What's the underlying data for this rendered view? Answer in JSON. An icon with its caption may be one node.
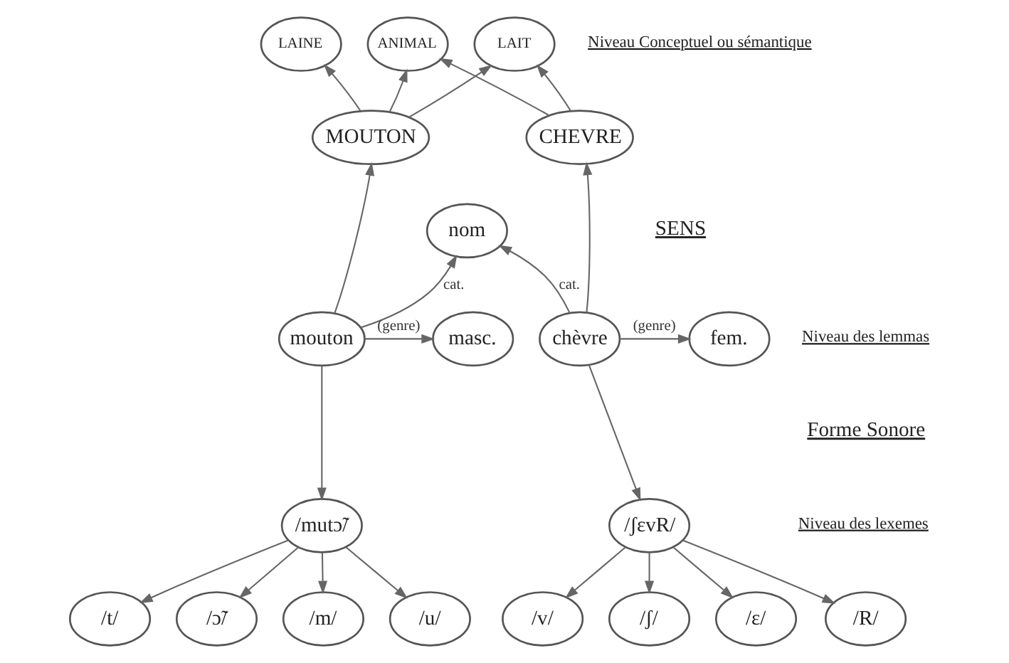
{
  "diagram": {
    "nodes": [
      {
        "text": [
          "LAINE"
        ]
      },
      {
        "text": [
          "LAIT"
        ]
      },
      {
        "text": [
          "ANIMAL"
        ]
      },
      {
        "text": [
          "MOUTON"
        ]
      },
      {
        "text": [
          "CHEVRE"
        ]
      },
      {
        "text": [
          "nom"
        ]
      },
      {
        "text": [
          "masc."
        ]
      },
      {
        "text": [
          "mouton"
        ]
      },
      {
        "text": [
          "chèvre"
        ]
      },
      {
        "text": [
          "fem."
        ]
      },
      {
        "text": [
          "/mutɔ̃/"
        ]
      },
      {
        "text": [
          "/ʃɛvR/"
        ]
      },
      {
        "text": [
          "/m/"
        ]
      },
      {
        "text": [
          "/u/"
        ]
      },
      {
        "text": [
          "/t/"
        ]
      },
      {
        "text": [
          "/ɔ̃/"
        ]
      },
      {
        "text": [
          "/ʃ/"
        ]
      },
      {
        "text": [
          "/ɛ/"
        ]
      },
      {
        "text": [
          "/v/"
        ]
      },
      {
        "text": [
          "/R/"
        ]
      }
    ],
    "edges": [
      {
        "from": 3,
        "to": 0,
        "arrow": "to"
      },
      {
        "from": 3,
        "to": 1,
        "arrow": "to"
      },
      {
        "from": 3,
        "to": 2,
        "arrow": "to"
      },
      {
        "from": 4,
        "to": 1,
        "arrow": "to"
      },
      {
        "from": 4,
        "to": 2,
        "arrow": "to"
      },
      {
        "from": 7,
        "to": 3,
        "arrow": "to"
      },
      {
        "from": 8,
        "to": 4,
        "arrow": "to"
      },
      {
        "from": 7,
        "to": 5,
        "arrow": "to",
        "label": "cat."
      },
      {
        "from": 8,
        "to": 5,
        "arrow": "to",
        "label": "cat."
      },
      {
        "from": 7,
        "to": 6,
        "arrow": "to",
        "label": "(genre)"
      },
      {
        "from": 8,
        "to": 9,
        "arrow": "to",
        "label": "(genre)"
      },
      {
        "from": 7,
        "to": 10,
        "arrow": "to"
      },
      {
        "from": 8,
        "to": 11,
        "arrow": "to"
      },
      {
        "from": 10,
        "to": 12,
        "arrow": "to"
      },
      {
        "from": 10,
        "to": 13,
        "arrow": "to"
      },
      {
        "from": 10,
        "to": 14,
        "arrow": "to"
      },
      {
        "from": 10,
        "to": 15,
        "arrow": "to"
      },
      {
        "from": 11,
        "to": 16,
        "arrow": "to"
      },
      {
        "from": 11,
        "to": 17,
        "arrow": "to"
      },
      {
        "from": 11,
        "to": 18,
        "arrow": "to"
      },
      {
        "from": 11,
        "to": 19,
        "arrow": "to"
      }
    ],
    "labels": [
      "Niveau Conceptuel ou sémantique",
      "SENS",
      "Niveau des lemmas",
      "Forme Sonore",
      "Niveau des lexemes"
    ]
  }
}
